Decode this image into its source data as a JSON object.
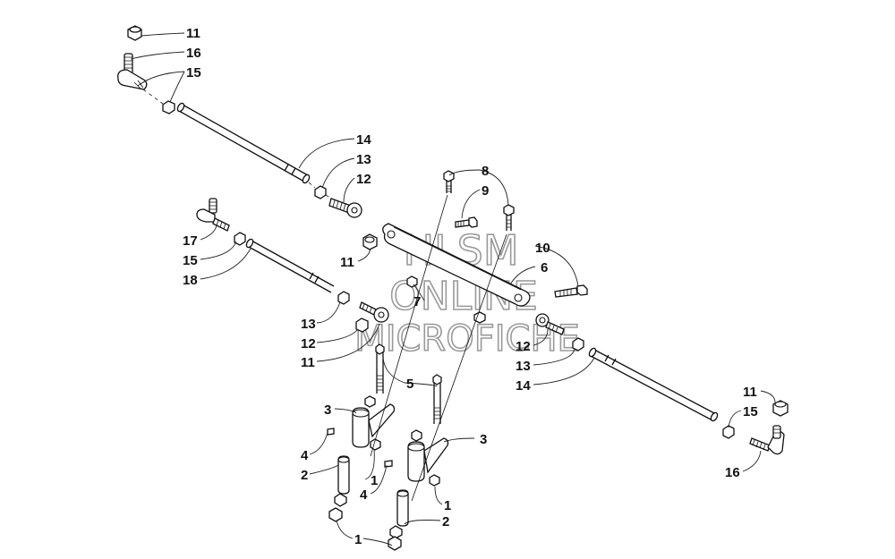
{
  "watermark": {
    "line1": "HLSM",
    "line2": "ONLINE",
    "line3": "MICROFICHE"
  },
  "callouts": [
    {
      "id": "c11a",
      "text": "11"
    },
    {
      "id": "c16a",
      "text": "16"
    },
    {
      "id": "c15a",
      "text": "15"
    },
    {
      "id": "c14a",
      "text": "14"
    },
    {
      "id": "c13a",
      "text": "13"
    },
    {
      "id": "c12a",
      "text": "12"
    },
    {
      "id": "c8",
      "text": "8"
    },
    {
      "id": "c9",
      "text": "9"
    },
    {
      "id": "c10",
      "text": "10"
    },
    {
      "id": "c6",
      "text": "6"
    },
    {
      "id": "c7",
      "text": "7"
    },
    {
      "id": "c17",
      "text": "17"
    },
    {
      "id": "c15b",
      "text": "15"
    },
    {
      "id": "c18",
      "text": "18"
    },
    {
      "id": "c11b",
      "text": "11"
    },
    {
      "id": "c13b",
      "text": "13"
    },
    {
      "id": "c12b",
      "text": "12"
    },
    {
      "id": "c11c",
      "text": "11"
    },
    {
      "id": "c12c",
      "text": "12"
    },
    {
      "id": "c13c",
      "text": "13"
    },
    {
      "id": "c14b",
      "text": "14"
    },
    {
      "id": "c11d",
      "text": "11"
    },
    {
      "id": "c15c",
      "text": "15"
    },
    {
      "id": "c16b",
      "text": "16"
    },
    {
      "id": "c5",
      "text": "5"
    },
    {
      "id": "c3a",
      "text": "3"
    },
    {
      "id": "c3b",
      "text": "3"
    },
    {
      "id": "c4a",
      "text": "4"
    },
    {
      "id": "c4b",
      "text": "4"
    },
    {
      "id": "c2a",
      "text": "2"
    },
    {
      "id": "c2b",
      "text": "2"
    },
    {
      "id": "c1a",
      "text": "1"
    },
    {
      "id": "c1b",
      "text": "1"
    },
    {
      "id": "c1c",
      "text": "1"
    }
  ]
}
